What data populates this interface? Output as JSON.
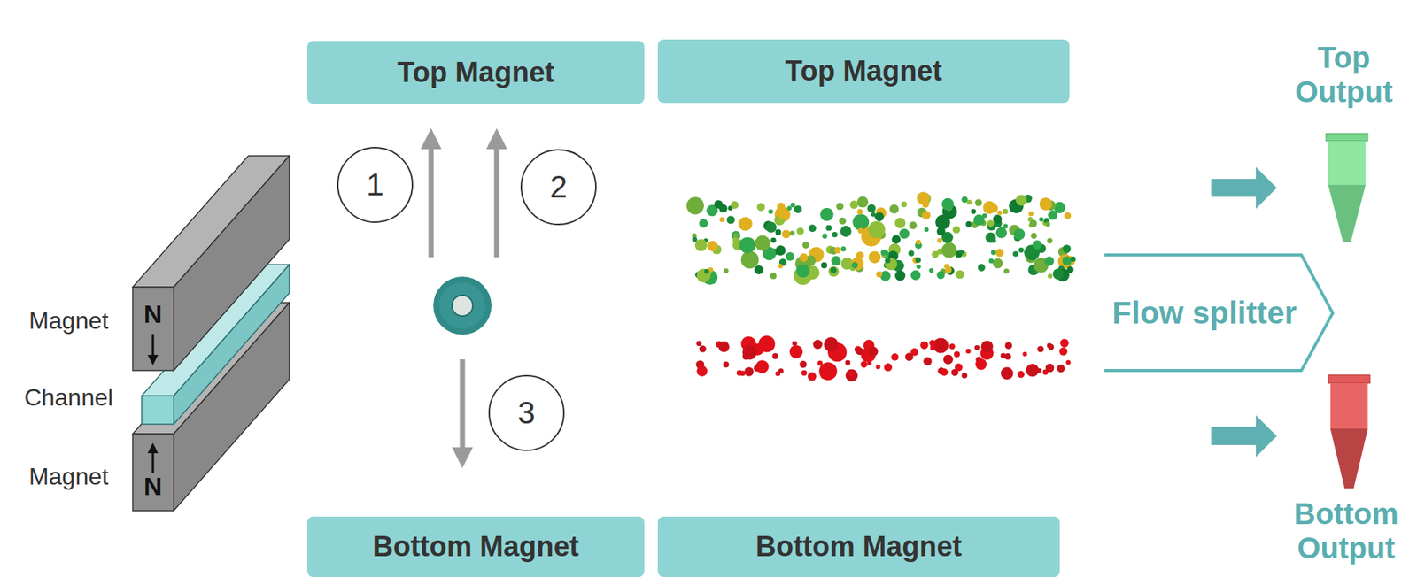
{
  "diagram": {
    "nodes": [
      {
        "text": [
          "Top Magnet"
        ]
      },
      {
        "text": [
          "Top Magnet"
        ]
      },
      {
        "text": [
          "Bottom Magnet"
        ]
      },
      {
        "text": [
          "Bottom Magnet"
        ]
      },
      {
        "text": [
          "Flow splitter"
        ]
      }
    ],
    "labels": [
      "Magnet",
      "Channel",
      "Magnet",
      "N",
      "N",
      "1",
      "2",
      "3",
      "Top Output",
      "Bottom Output"
    ]
  }
}
